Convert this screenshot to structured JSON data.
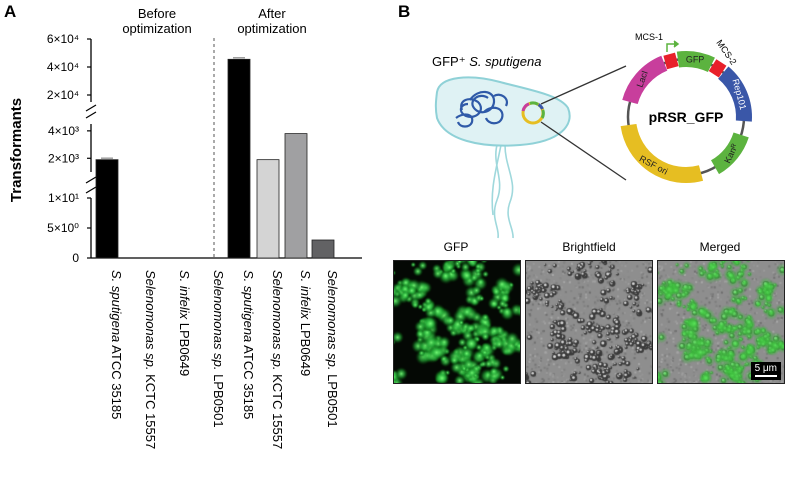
{
  "panel_a": {
    "label": "A",
    "group_before": [
      "Before",
      "optimization"
    ],
    "group_after": [
      "After",
      "optimization"
    ],
    "ylabel": "Transformants",
    "ytick_labels": [
      "6×10⁴",
      "4×10⁴",
      "2×10⁴",
      "4×10³",
      "2×10³",
      "1×10¹",
      "5×10⁰",
      "0"
    ]
  },
  "chart_data": {
    "type": "bar",
    "ylabel": "Transformants",
    "axis_breaks": true,
    "segments": [
      {
        "range": [
          0,
          10
        ],
        "ticks": [
          0,
          5,
          10
        ]
      },
      {
        "range": [
          1000,
          4500
        ],
        "ticks": [
          2000,
          4000
        ]
      },
      {
        "range": [
          15000,
          60000
        ],
        "ticks": [
          20000,
          40000,
          60000
        ]
      }
    ],
    "categories": [
      "S. sputigena ATCC 35185",
      "Selenomonas sp. KCTC 15557",
      "S. infelix LPB0649",
      "Selenomonas sp. LPB0501",
      "S. sputigena ATCC 35185",
      "Selenomonas sp. KCTC 15557",
      "S. infelix LPB0649",
      "Selenomonas sp. LPB0501"
    ],
    "category_parts": [
      {
        "italic": "S. sputigena",
        "rest": " ATCC 35185"
      },
      {
        "italic": "Selenomonas sp.",
        "rest": " KCTC 15557"
      },
      {
        "italic": "S. infelix",
        "rest": " LPB0649"
      },
      {
        "italic": "Selenomonas sp.",
        "rest": " LPB0501"
      },
      {
        "italic": "S. sputigena",
        "rest": " ATCC 35185"
      },
      {
        "italic": "Selenomonas sp.",
        "rest": " KCTC 15557"
      },
      {
        "italic": "S. infelix",
        "rest": " LPB0649"
      },
      {
        "italic": "Selenomonas sp.",
        "rest": " LPB0501"
      }
    ],
    "series": [
      {
        "group": "Before optimization",
        "values": [
          1900,
          0,
          0,
          0
        ]
      },
      {
        "group": "After optimization",
        "values": [
          45500,
          1900,
          3800,
          3
        ]
      }
    ],
    "values": [
      1900,
      0,
      0,
      0,
      45500,
      1900,
      3800,
      3
    ],
    "bar_colors": [
      "#000000",
      "#000000",
      "#000000",
      "#000000",
      "#000000",
      "#d4d4d4",
      "#a0a0a2",
      "#626264"
    ]
  },
  "panel_b": {
    "label": "B",
    "cell_title_prefix": "GFP⁺ ",
    "cell_title_species": "S. sputigena",
    "plasmid": {
      "name": "pRSR_GFP",
      "features": [
        "LacI",
        "GFP",
        "Rep101",
        "Kanᴿ",
        "RSF ori"
      ],
      "sites": [
        "MCS-1",
        "MCS-2"
      ],
      "colors": {
        "laci": "#c83e9c",
        "gfp": "#5cb33f",
        "rep": "#3a57a8",
        "kan": "#5cb33f",
        "ori": "#e6be22",
        "mcs": "#e8202a"
      }
    },
    "micrographs": {
      "labels": [
        "GFP",
        "Brightfield",
        "Merged"
      ],
      "scale_bar": "5 μm"
    }
  }
}
